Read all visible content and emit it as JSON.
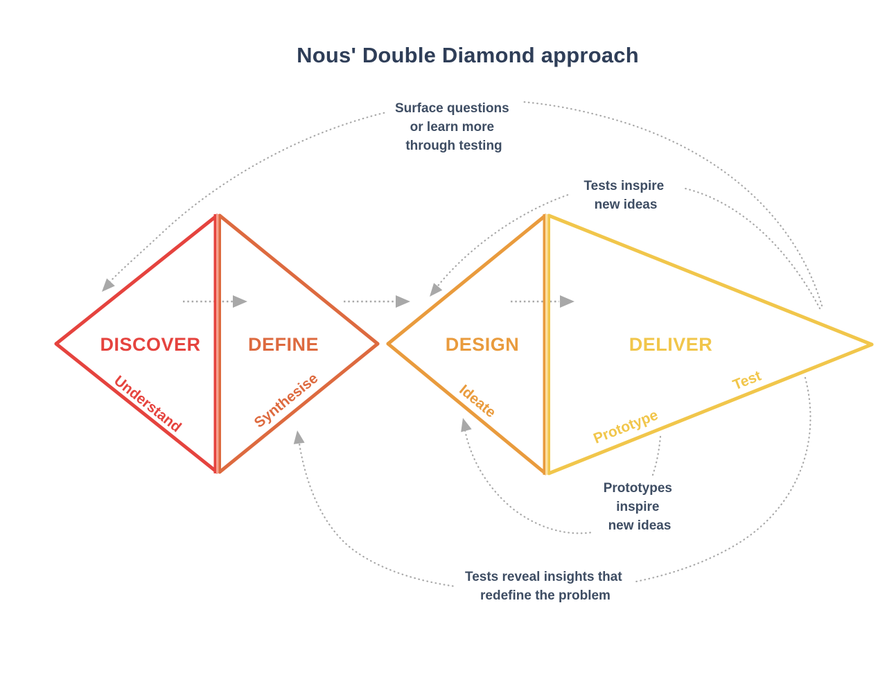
{
  "title": "Nous' Double Diamond approach",
  "colors": {
    "title_text": "#2F3E58",
    "annotation_text": "#3E4D63",
    "discover_red": "#E5433E",
    "define_orange_red": "#DD6A3F",
    "design_orange": "#E99B3D",
    "deliver_gold": "#F1C64B",
    "left_bar_highlight": "#F7A08E",
    "right_bar_highlight": "#FBDF9F",
    "arrow_gray": "#A8A8A8",
    "background": "#FFFFFF"
  },
  "diamonds": {
    "left": {
      "phases": [
        {
          "label": "DISCOVER",
          "sublabel": "Understand"
        },
        {
          "label": "DEFINE",
          "sublabel": "Synthesise"
        }
      ]
    },
    "right": {
      "phases": [
        {
          "label": "DESIGN",
          "sublabel": "Ideate"
        },
        {
          "label": "DELIVER",
          "sublabels": [
            "Prototype",
            "Test"
          ]
        }
      ]
    }
  },
  "annotations": {
    "surface_questions": {
      "lines": [
        "Surface questions",
        "or learn more",
        "through testing"
      ]
    },
    "tests_inspire": {
      "lines": [
        "Tests inspire",
        "new ideas"
      ]
    },
    "prototypes_inspire": {
      "lines": [
        "Prototypes",
        "inspire",
        "new ideas"
      ]
    },
    "tests_reveal": {
      "lines": [
        "Tests reveal insights that",
        "redefine the problem"
      ]
    }
  }
}
